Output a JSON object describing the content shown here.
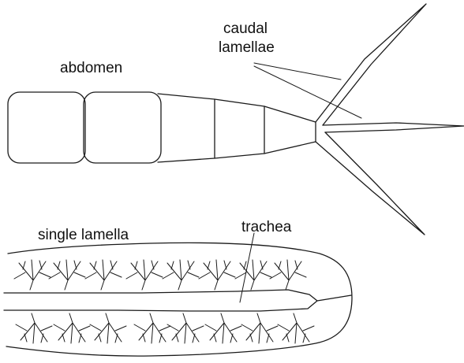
{
  "labels": {
    "abdomen": "abdomen",
    "caudal_line1": "caudal",
    "caudal_line2": "lamellae",
    "single_lamella": "single lamella",
    "trachea": "trachea"
  }
}
